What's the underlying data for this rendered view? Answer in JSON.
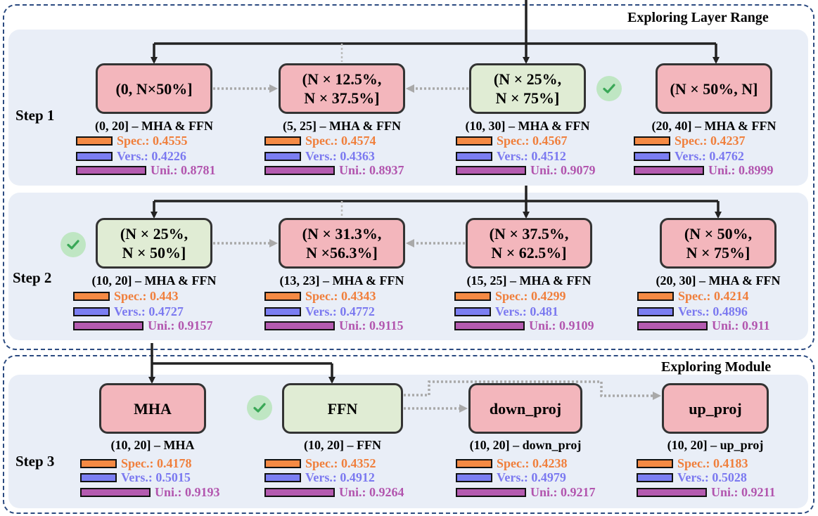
{
  "sections": {
    "layer_range_title": "Exploring Layer Range",
    "module_title": "Exploring Module"
  },
  "steps": [
    {
      "label": "Step 1",
      "nodes": [
        {
          "lines": [
            "(0, N×50%]"
          ],
          "status": "rejected",
          "caption": "(0, 20] – MHA & FFN",
          "spec": "Spec.: 0.4555",
          "vers": "Vers.: 0.4226",
          "uni": "Uni.: 0.8781"
        },
        {
          "lines": [
            "(N × 12.5%,",
            "N × 37.5%]"
          ],
          "status": "rejected",
          "caption": "(5, 25] – MHA & FFN",
          "spec": "Spec.: 0.4574",
          "vers": "Vers.: 0.4363",
          "uni": "Uni.: 0.8937"
        },
        {
          "lines": [
            "(N × 25%,",
            "N × 75%]"
          ],
          "status": "selected",
          "caption": "(10, 30] – MHA & FFN",
          "spec": "Spec.: 0.4567",
          "vers": "Vers.: 0.4512",
          "uni": "Uni.: 0.9079"
        },
        {
          "lines": [
            "(N × 50%, N]"
          ],
          "status": "rejected",
          "caption": "(20, 40] – MHA & FFN",
          "spec": "Spec.: 0.4237",
          "vers": "Vers.: 0.4762",
          "uni": "Uni.: 0.8999"
        }
      ]
    },
    {
      "label": "Step 2",
      "nodes": [
        {
          "lines": [
            "(N × 25%,",
            "N × 50%]"
          ],
          "status": "selected",
          "caption": "(10, 20] – MHA & FFN",
          "spec": "Spec.: 0.443",
          "vers": "Vers.: 0.4727",
          "uni": "Uni.: 0.9157"
        },
        {
          "lines": [
            "(N × 31.3%,",
            "N ×56.3%]"
          ],
          "status": "rejected",
          "caption": "(13, 23] – MHA & FFN",
          "spec": "Spec.: 0.4343",
          "vers": "Vers.: 0.4772",
          "uni": "Uni.: 0.9115"
        },
        {
          "lines": [
            "(N × 37.5%,",
            "N × 62.5%]"
          ],
          "status": "rejected",
          "caption": "(15, 25] – MHA & FFN",
          "spec": "Spec.: 0.4299",
          "vers": "Vers.: 0.481",
          "uni": "Uni.: 0.9109"
        },
        {
          "lines": [
            "(N × 50%,",
            "N × 75%]"
          ],
          "status": "rejected",
          "caption": "(20, 30] – MHA & FFN",
          "spec": "Spec.: 0.4214",
          "vers": "Vers.: 0.4896",
          "uni": "Uni.: 0.911"
        }
      ]
    },
    {
      "label": "Step 3",
      "nodes": [
        {
          "lines": [
            "MHA"
          ],
          "status": "rejected",
          "caption": "(10, 20] – MHA",
          "spec": "Spec.: 0.4178",
          "vers": "Vers.: 0.5015",
          "uni": "Uni.: 0.9193"
        },
        {
          "lines": [
            "FFN"
          ],
          "status": "selected",
          "caption": "(10, 20] – FFN",
          "spec": "Spec.: 0.4352",
          "vers": "Vers.: 0.4912",
          "uni": "Uni.: 0.9264"
        },
        {
          "lines": [
            "down_proj"
          ],
          "status": "rejected",
          "caption": "(10, 20] – down_proj",
          "spec": "Spec.: 0.4238",
          "vers": "Vers.: 0.4979",
          "uni": "Uni.: 0.9217"
        },
        {
          "lines": [
            "up_proj"
          ],
          "status": "rejected",
          "caption": "(10, 20] – up_proj",
          "spec": "Spec.: 0.4183",
          "vers": "Vers.: 0.5028",
          "uni": "Uni.: 0.9211"
        }
      ]
    }
  ],
  "colors": {
    "rejected_node": "#f3b6bc",
    "selected_node": "#e0ecd4",
    "spec": "#f07f3c",
    "vers": "#7b79f0",
    "uni": "#b255ae",
    "frame": "#2b4a80",
    "check": "#3aa857"
  },
  "icons": {
    "selected_marker": "checkmark-icon"
  }
}
